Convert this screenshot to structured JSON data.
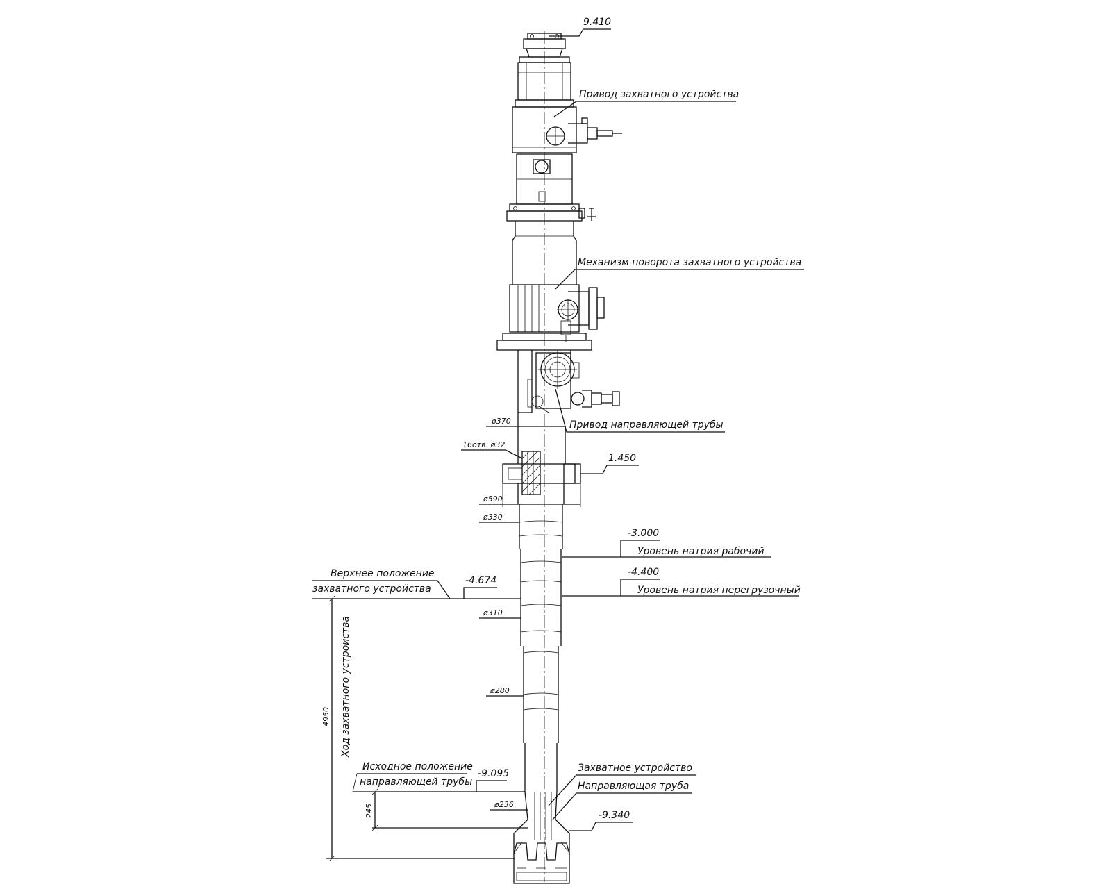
{
  "labels": {
    "top_level": "9.410",
    "grip_drive": "Привод захватного устройства",
    "rotation_mechanism": "Механизм поворота захватного устройства",
    "guide_tube_drive": "Привод направляющей трубы",
    "d370": "ø370",
    "holes": "16отв. ø32",
    "level_1450": "1.450",
    "d590": "ø590",
    "d330": "ø330",
    "level_m3000": "-3.000",
    "sodium_working": "Уровень натрия рабочий",
    "level_m4400": "-4.400",
    "sodium_reload": "Уровень натрия перегрузочный",
    "upper_position_line1": "Верхнее положение",
    "upper_position_line2": "захватного устройства",
    "level_m4674": "-4.674",
    "d310": "ø310",
    "stroke_label": "Ход захватного устройства",
    "stroke_value": "4950",
    "d280": "ø280",
    "initial_position_line1": "Исходное положение",
    "initial_position_line2": "направляющей трубы",
    "level_m9095": "-9.095",
    "gripper": "Захватное устройство",
    "guide_tube": "Направляющая труба",
    "d236": "ø236",
    "dim_245": "245",
    "level_m9340": "-9.340"
  }
}
